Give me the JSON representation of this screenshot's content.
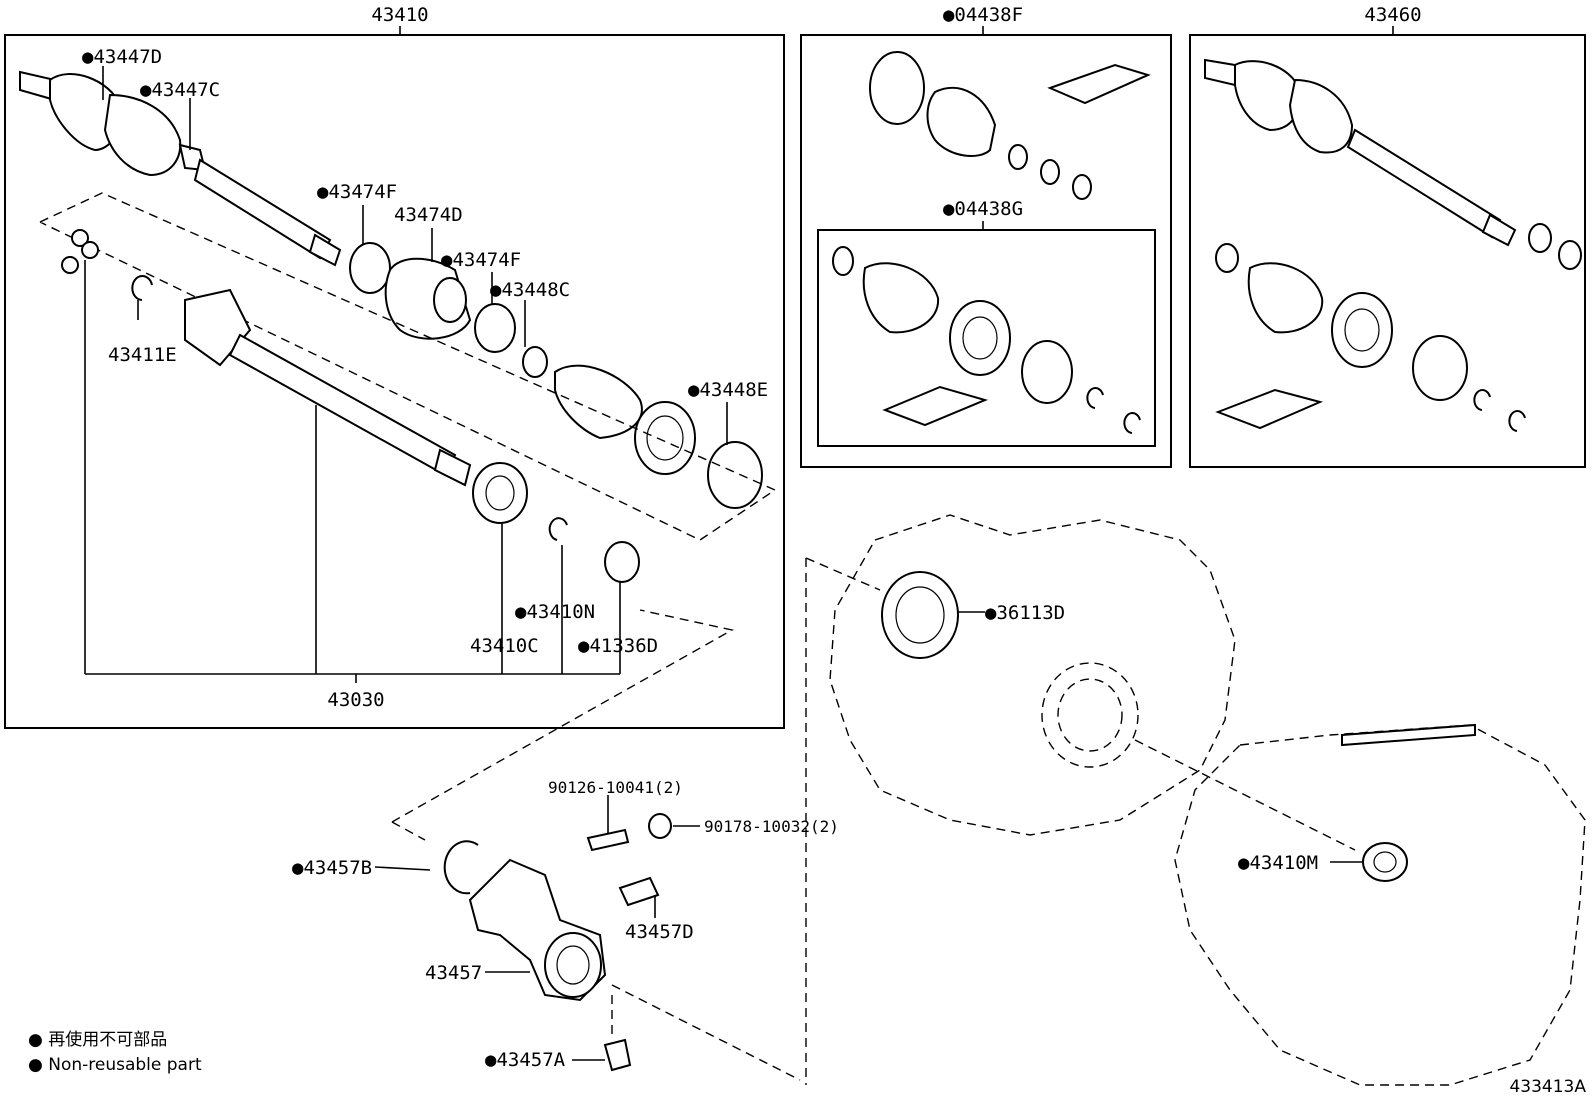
{
  "diagram": {
    "groups": {
      "left_assembly": "43410",
      "boot_kit_outer": "●04438F",
      "boot_kit_inner": "●04438G",
      "right_assembly": "43460"
    },
    "labels": {
      "p43447D": "●43447D",
      "p43447C": "●43447C",
      "p43474F_a": "●43474F",
      "p43474D": "43474D",
      "p43474F_b": "●43474F",
      "p43448C": "●43448C",
      "p43448E": "●43448E",
      "p43411E": "43411E",
      "p43410N": "●43410N",
      "p43410C": "43410C",
      "p41336D": "●41336D",
      "p43030": "43030",
      "p36113D": "●36113D",
      "p90126": "90126-10041(2)",
      "p90178": "90178-10032(2)",
      "p43457B": "●43457B",
      "p43457D": "43457D",
      "p43457": "43457",
      "p43457A": "●43457A",
      "p43410M": "●43410M"
    },
    "legend": {
      "line1": "● 再使用不可部品",
      "line2": "● Non-reusable part"
    },
    "figure_id": "433413A"
  }
}
